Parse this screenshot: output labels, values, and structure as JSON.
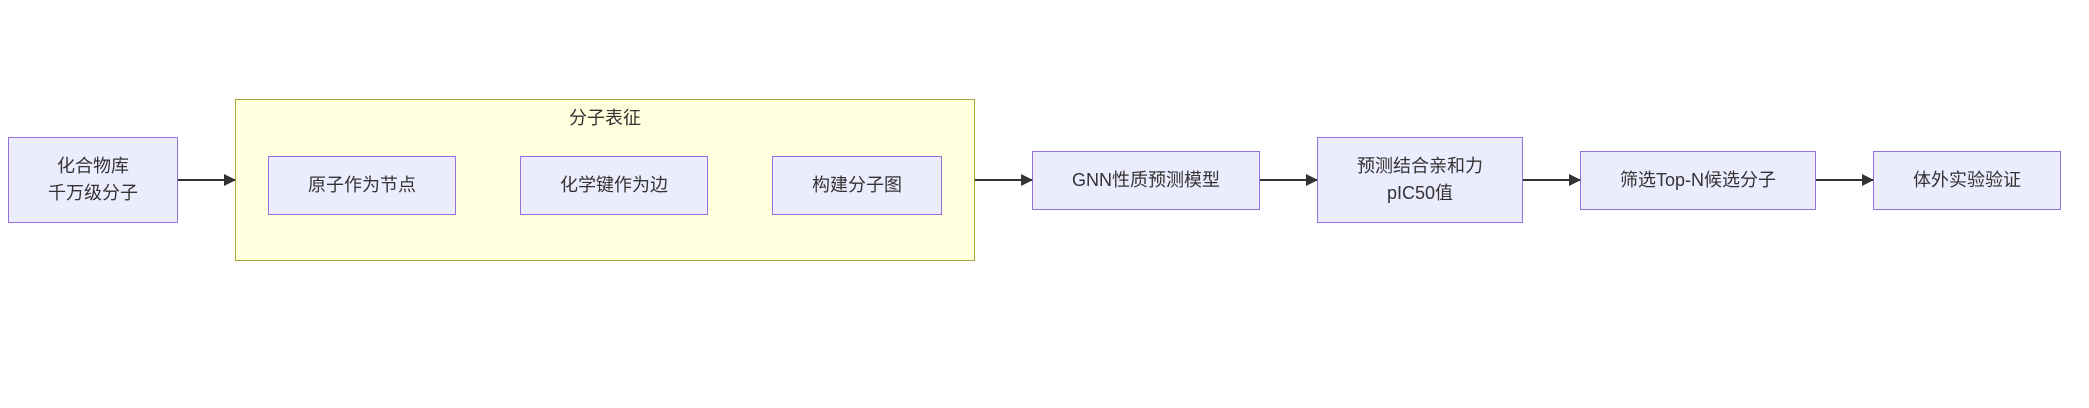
{
  "colors": {
    "node_fill": "#ECECFF",
    "node_border": "#9370DB",
    "cluster_fill": "#FFFFDE",
    "cluster_border": "#AAAA33",
    "edge": "#333333",
    "text": "#333333",
    "bg": "#FFFFFF"
  },
  "flowchart": {
    "start_node": {
      "line1": "化合物库",
      "line2": "千万级分子"
    },
    "subgraph": {
      "title": "分子表征",
      "nodes": [
        {
          "label": "原子作为节点"
        },
        {
          "label": "化学键作为边"
        },
        {
          "label": "构建分子图"
        }
      ]
    },
    "gnn_node": {
      "label": "GNN性质预测模型"
    },
    "predict_node": {
      "line1": "预测结合亲和力",
      "line2": "pIC50值"
    },
    "screen_node": {
      "label": "筛选Top-N候选分子"
    },
    "validate_node": {
      "label": "体外实验验证"
    }
  }
}
